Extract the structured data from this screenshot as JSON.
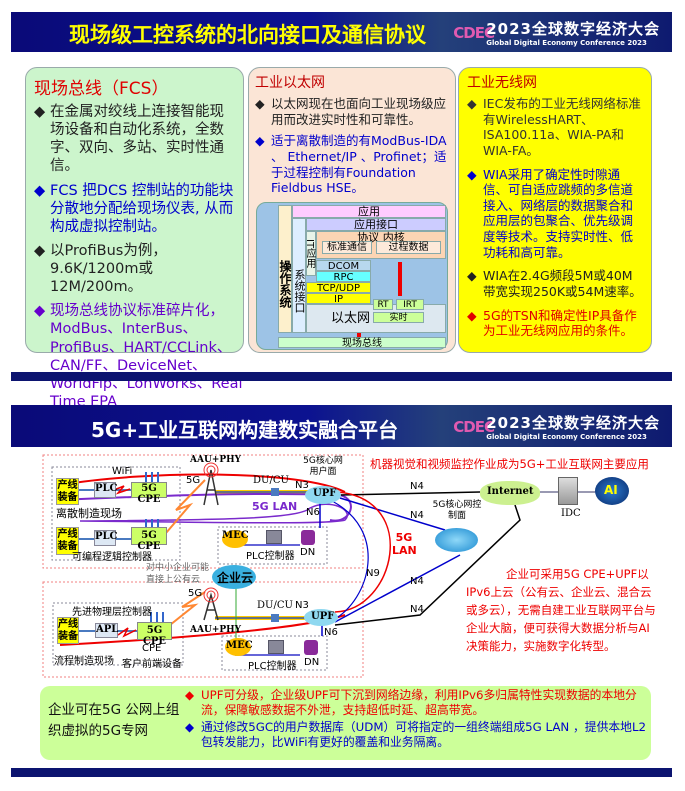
{
  "slide1": {
    "title": "现场级工控系统的北向接口及通信协议",
    "logo": {
      "mark": "CDEC",
      "name": "2023全球数字经济大会",
      "subtitle": "Global Digital Economy Conference 2023"
    },
    "fcs": {
      "heading": "现场总线（FCS）",
      "items": [
        "在金属对绞线上连接智能现场设备和自动化系统，全数字、双向、多站、实时性通信。",
        "FCS 把DCS 控制站的功能块分散地分配给现场仪表, 从而构成虚拟控制站。",
        "以ProfiBus为例，9.6K/1200m或12M/200m。",
        "现场总线协议标准碎片化，ModBus、InterBus、ProfiBus、HART/CCLink、CAN/FF、DeviceNet、WorldFip、LonWorks、Real Time EPA"
      ]
    },
    "ethernet": {
      "heading": "工业以太网",
      "items": [
        "以太网现在也面向工业现场级应用而改进实时性和可靠性。",
        "适于离散制造的有ModBus-IDA 、 Ethernet/IP 、Profinet；适于过程控制有Foundation Fieldbus HSE。"
      ],
      "stack": {
        "app": "应用",
        "app_if": "应用接口",
        "os": "操作系统",
        "sys_if": "系统接口",
        "it_app": "IT应用",
        "kernel": "协议 内核",
        "std_comm": "标准通信",
        "proc_data": "过程数据",
        "dcom": "DCOM",
        "rpc": "RPC",
        "tcpudp": "TCP/UDP",
        "ip": "IP",
        "eth": "以太网",
        "rt": "RT",
        "irt": "IRT",
        "realtime": "实时",
        "fieldbus": "现场总线"
      }
    },
    "wireless": {
      "heading": "工业无线网",
      "items": [
        "IEC发布的工业无线网络标准有WirelessHART、ISA100.11a、WIA-PA和WIA-FA。",
        "WIA采用了确定性时隙通信、可自适应跳频的多信道接入、网络层的数据聚合和应用层的包聚合、优先级调度等技术。支持实时性、低功耗和高可靠。",
        "WIA在2.4G频段5M或40M带宽实现250K或54M速率。",
        "5G的TSN和确定性IP具备作为工业无线网应用的条件。"
      ]
    }
  },
  "slide2": {
    "title": "5G+工业互联网构建数实融合平台",
    "logo": {
      "mark": "CDEC",
      "name": "2023全球数字经济大会",
      "subtitle": "Global Digital Economy Conference 2023"
    },
    "diagram": {
      "equip": "产线装备",
      "plc": "PLC",
      "cpe": "5G CPE",
      "wifi": "WiFi",
      "discrete": "离散制造现场",
      "plc_full": "可编程逻辑控制器",
      "aau": "AAU+PHY",
      "g5": "5G",
      "ducu": "DU/CU",
      "n3": "N3",
      "upf": "UPF",
      "core_up": "5G核心网用户面",
      "lan": "5G LAN",
      "n6": "N6",
      "mec": "MEC",
      "plc_ctrl": "PLC控制器",
      "dn": "DN",
      "sme": "对中小企业可能直接上公有云",
      "ecloud": "企业云",
      "apl_ctrl": "先进物理层控制器",
      "apl": "APL",
      "cpe_short": "CPE",
      "cpe_full": "客户前端设备",
      "process": "流程制造现场",
      "headline": "机器视觉和视频监控作业成为5G+工业互联网主要应用",
      "n4": "N4",
      "n9": "N9",
      "internet": "Internet",
      "idc": "IDC",
      "ai": "AI",
      "core_cp": "5G核心网控制面",
      "lan_red": "5G LAN",
      "note": "企业可采用5G CPE+UPF以IPv6上云（公有云、企业云、混合云或多云），无需自建工业互联网平台与企业大脑，便可获得大数据分析与AI决策能力，实施数字化转型。"
    },
    "summary": {
      "lead": "企业可在5G 公网上组织虚拟的5G专网",
      "items": [
        "UPF可分级，企业级UPF可下沉到网络边缘，利用IPv6多归属特性实现数据的本地分流，保障敏感数据不外泄，支持超低时延、超高带宽。",
        "通过修改5GC的用户数据库（UDM）可将指定的一组终端组成5G LAN ，提供本地L2包转发能力，比WiFi有更好的覆盖和业务隔离。"
      ]
    }
  },
  "colors": {
    "banner": "#0a0a78",
    "title_yellow": "#ffff00",
    "red": "#e00000",
    "blue": "#0000cc",
    "purple": "#6600cc"
  }
}
